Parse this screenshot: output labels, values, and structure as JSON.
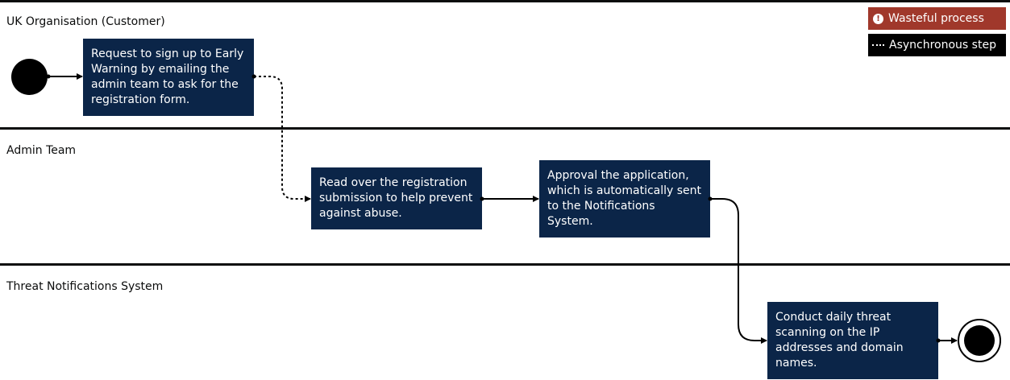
{
  "lanes": [
    {
      "label": "UK Organisation (Customer)"
    },
    {
      "label": "Admin Team"
    },
    {
      "label": "Threat Notifications System"
    }
  ],
  "steps": [
    {
      "text": "Request to sign up to Early Warning by emailing the admin team to ask for the registration form."
    },
    {
      "text": "Read over the registration submission to help prevent against abuse."
    },
    {
      "text": "Approval the application, which is automatically sent to the Notifications System."
    },
    {
      "text": "Conduct daily threat scanning on the IP addresses and domain names."
    }
  ],
  "legend": {
    "wasteful": {
      "label": "Wasteful process",
      "icon": "exclamation-icon",
      "color": "#a0382b"
    },
    "async": {
      "label": "Asynchronous step",
      "icon": "dotted-line-icon",
      "color": "#000000"
    }
  },
  "colors": {
    "step_fill": "#0b2548",
    "step_text": "#ffffff",
    "line": "#000000"
  }
}
